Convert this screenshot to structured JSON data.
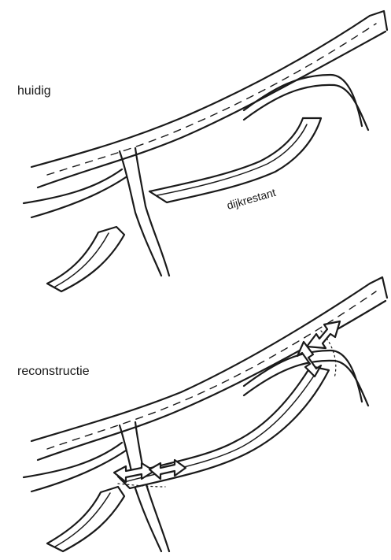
{
  "labels": {
    "current": "huidig",
    "reconstruction": "reconstructie",
    "remnant": "dijkrestant"
  }
}
